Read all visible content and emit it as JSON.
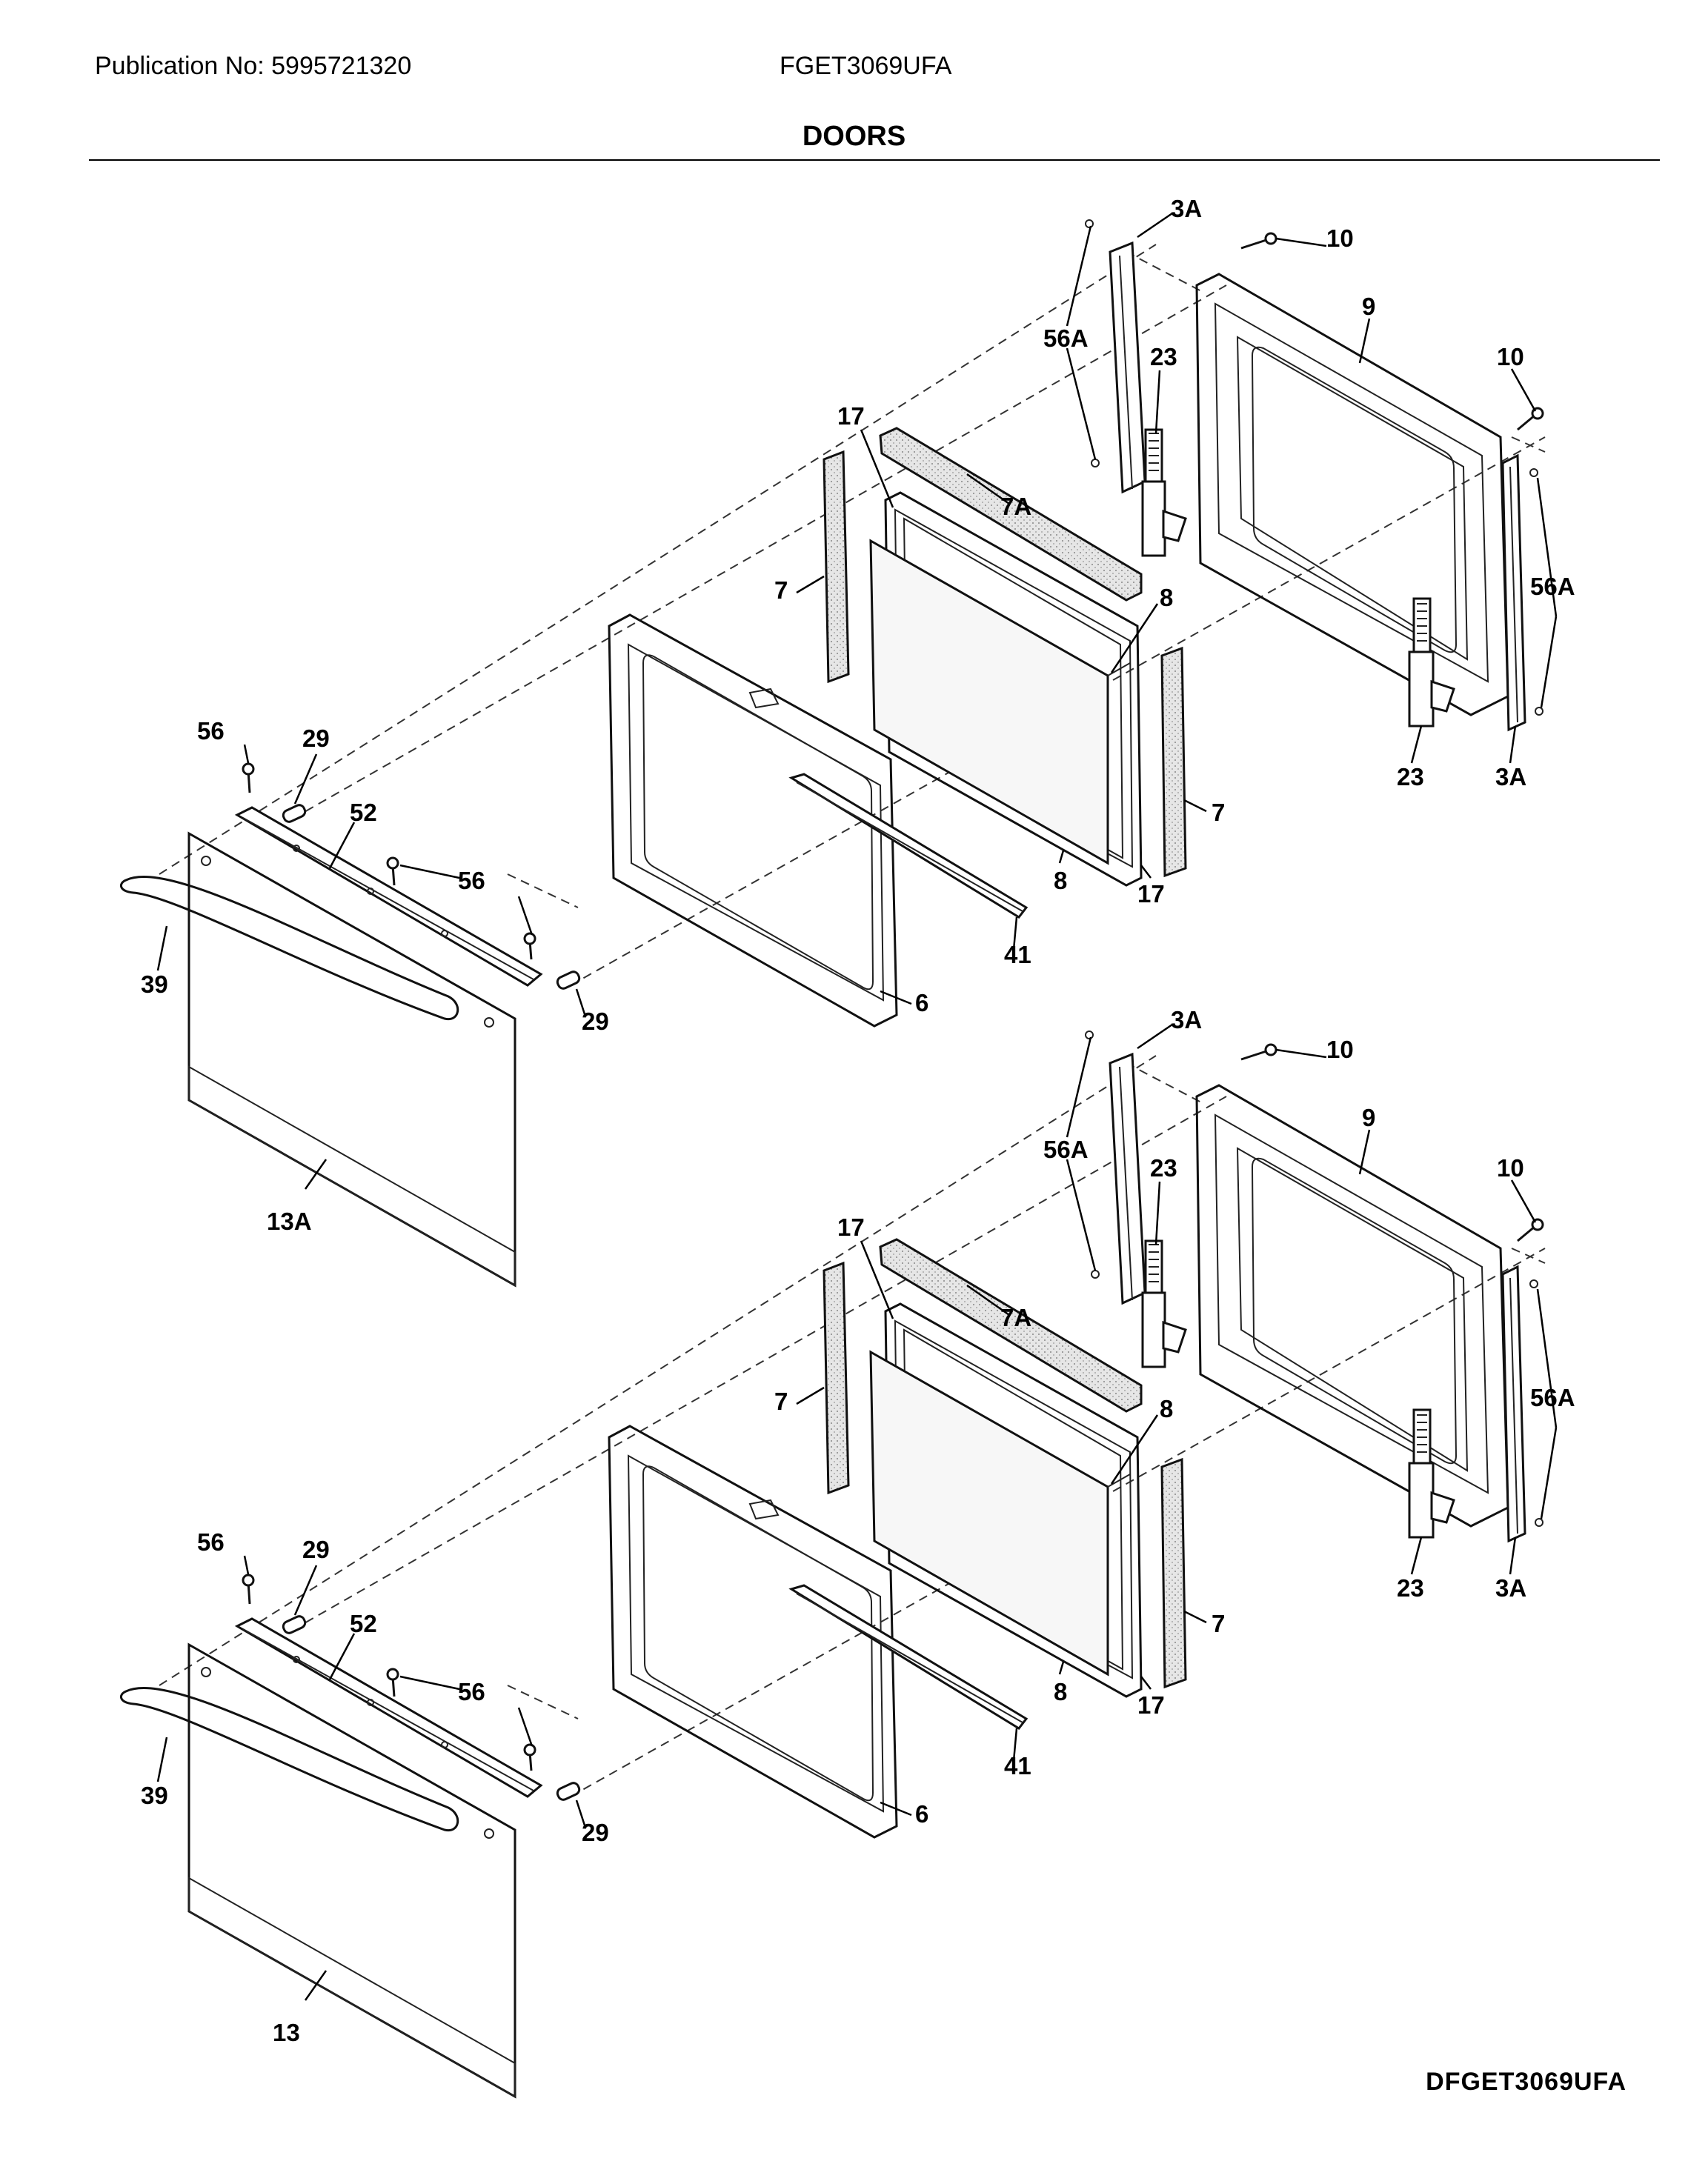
{
  "header": {
    "publication": "Publication No: 5995721320",
    "model": "FGET3069UFA",
    "section_title": "DOORS"
  },
  "footer": {
    "diagram_code": "DFGET3069UFA"
  },
  "callouts": {
    "upper": {
      "c_3a_top": "3A",
      "c_10_top": "10",
      "c_9": "9",
      "c_56a_left": "56A",
      "c_23_top": "23",
      "c_10_right": "10",
      "c_17_top": "17",
      "c_7a": "7A",
      "c_7_left": "7",
      "c_8_top": "8",
      "c_56a_right": "56A",
      "c_56_left": "56",
      "c_29_top": "29",
      "c_52": "52",
      "c_56_mid": "56",
      "c_7_right": "7",
      "c_23_bot": "23",
      "c_3a_bot": "3A",
      "c_8_bot": "8",
      "c_17_bot": "17",
      "c_41": "41",
      "c_39": "39",
      "c_29_bot": "29",
      "c_6": "6",
      "c_13": "13A"
    },
    "lower": {
      "c_3a_top": "3A",
      "c_10_top": "10",
      "c_9": "9",
      "c_56a_left": "56A",
      "c_23_top": "23",
      "c_10_right": "10",
      "c_17_top": "17",
      "c_7a": "7A",
      "c_7_left": "7",
      "c_8_top": "8",
      "c_56a_right": "56A",
      "c_56_left": "56",
      "c_29_top": "29",
      "c_52": "52",
      "c_56_mid": "56",
      "c_7_right": "7",
      "c_23_bot": "23",
      "c_3a_bot": "3A",
      "c_8_bot": "8",
      "c_17_bot": "17",
      "c_41": "41",
      "c_39": "39",
      "c_29_bot": "29",
      "c_6": "6",
      "c_13": "13"
    }
  }
}
